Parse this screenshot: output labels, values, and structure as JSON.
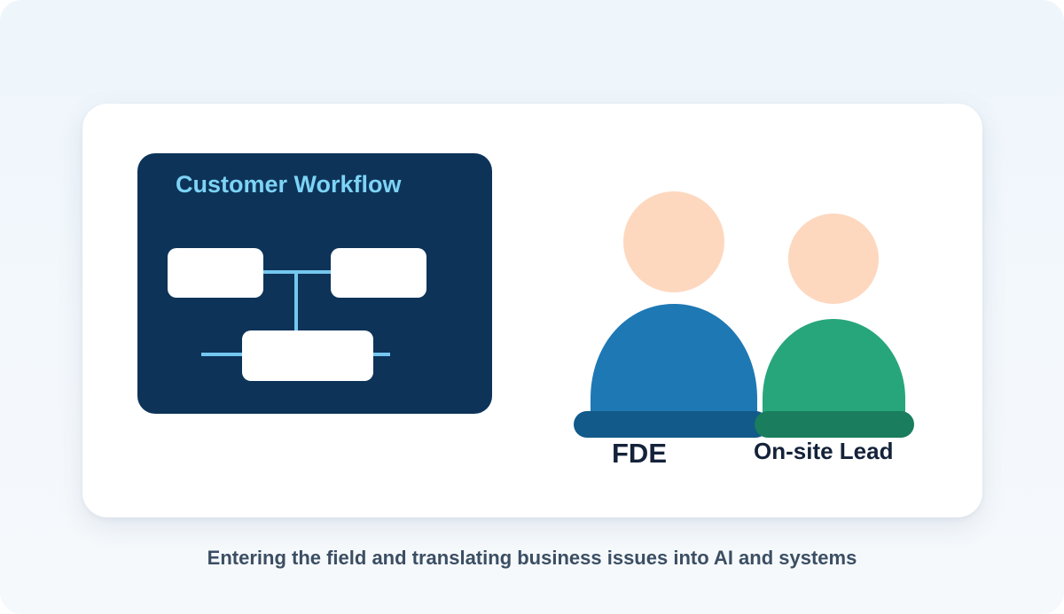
{
  "workflow": {
    "title": "Customer Workflow",
    "panel_color": "#0d3359",
    "title_color": "#7dd3f5",
    "connector_color": "#74c7ef"
  },
  "people": [
    {
      "label": "FDE",
      "head_color": "#fdd8bf",
      "body_color": "#1e78b4",
      "base_color": "#115a8a"
    },
    {
      "label": "On-site Lead",
      "head_color": "#fdd8bf",
      "body_color": "#27a67b",
      "base_color": "#1a7d5d"
    }
  ],
  "caption": "Entering the field and translating business issues into AI and systems"
}
